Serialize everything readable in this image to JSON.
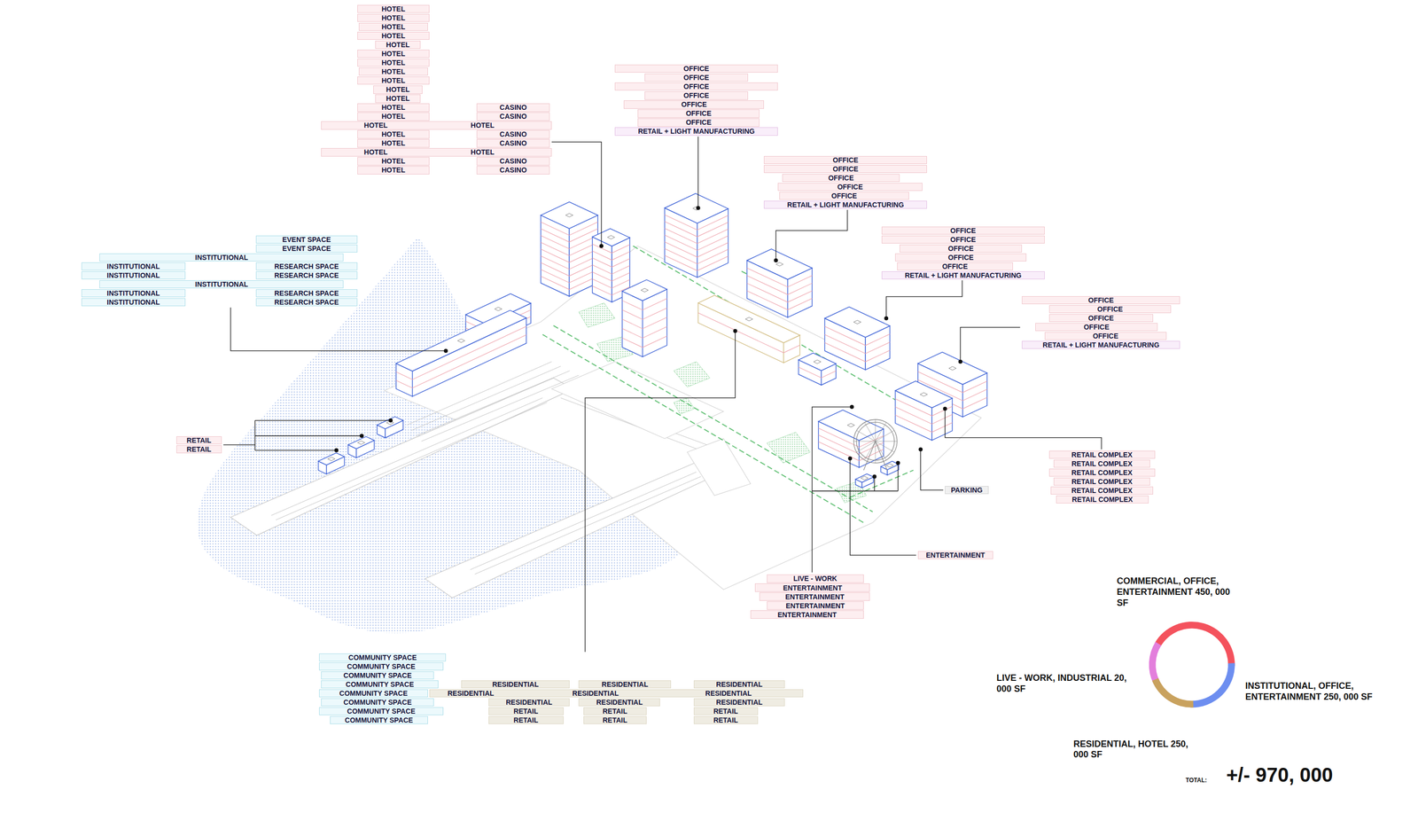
{
  "diagram": {
    "nodes": [
      {
        "text": [
          "HOTEL"
        ]
      },
      {
        "text": [
          "HOTEL"
        ]
      },
      {
        "text": [
          "HOTEL"
        ]
      },
      {
        "text": [
          "HOTEL"
        ]
      },
      {
        "text": [
          "HOTEL"
        ]
      },
      {
        "text": [
          "HOTEL"
        ]
      },
      {
        "text": [
          "HOTEL"
        ]
      },
      {
        "text": [
          "HOTEL"
        ]
      },
      {
        "text": [
          "HOTEL"
        ]
      },
      {
        "text": [
          "HOTEL"
        ]
      },
      {
        "text": [
          "HOTEL"
        ]
      },
      {
        "text": [
          "HOTEL"
        ]
      },
      {
        "text": [
          "CASINO"
        ]
      },
      {
        "text": [
          "HOTEL"
        ]
      },
      {
        "text": [
          "CASINO"
        ]
      },
      {
        "text": [
          "HOTEL",
          "HOTEL"
        ]
      },
      {
        "text": [
          "HOTEL"
        ]
      },
      {
        "text": [
          "CASINO"
        ]
      },
      {
        "text": [
          "HOTEL"
        ]
      },
      {
        "text": [
          "CASINO"
        ]
      },
      {
        "text": [
          "HOTEL",
          "HOTEL"
        ]
      },
      {
        "text": [
          "HOTEL"
        ]
      },
      {
        "text": [
          "CASINO"
        ]
      },
      {
        "text": [
          "HOTEL"
        ]
      },
      {
        "text": [
          "CASINO"
        ]
      },
      {
        "text": [
          "OFFICE"
        ]
      },
      {
        "text": [
          "OFFICE"
        ]
      },
      {
        "text": [
          "OFFICE"
        ]
      },
      {
        "text": [
          "OFFICE"
        ]
      },
      {
        "text": [
          "OFFICE"
        ]
      },
      {
        "text": [
          "OFFICE"
        ]
      },
      {
        "text": [
          "OFFICE"
        ]
      },
      {
        "text": [
          "RETAIL + LIGHT MANUFACTURING"
        ]
      },
      {
        "text": [
          "OFFICE"
        ]
      },
      {
        "text": [
          "OFFICE"
        ]
      },
      {
        "text": [
          "OFFICE"
        ]
      },
      {
        "text": [
          "OFFICE"
        ]
      },
      {
        "text": [
          "OFFICE"
        ]
      },
      {
        "text": [
          "RETAIL + LIGHT MANUFACTURING"
        ]
      },
      {
        "text": [
          "EVENT SPACE"
        ]
      },
      {
        "text": [
          "EVENT SPACE"
        ]
      },
      {
        "text": [
          "INSTITUTIONAL"
        ]
      },
      {
        "text": [
          "INSTITUTIONAL"
        ]
      },
      {
        "text": [
          "RESEARCH SPACE"
        ]
      },
      {
        "text": [
          "INSTITUTIONAL"
        ]
      },
      {
        "text": [
          "RESEARCH SPACE"
        ]
      },
      {
        "text": [
          "INSTITUTIONAL"
        ]
      },
      {
        "text": [
          "INSTITUTIONAL"
        ]
      },
      {
        "text": [
          "RESEARCH SPACE"
        ]
      },
      {
        "text": [
          "INSTITUTIONAL"
        ]
      },
      {
        "text": [
          "RESEARCH SPACE"
        ]
      },
      {
        "text": [
          "OFFICE"
        ]
      },
      {
        "text": [
          "OFFICE"
        ]
      },
      {
        "text": [
          "OFFICE"
        ]
      },
      {
        "text": [
          "OFFICE"
        ]
      },
      {
        "text": [
          "OFFICE"
        ]
      },
      {
        "text": [
          "RETAIL + LIGHT MANUFACTURING"
        ]
      },
      {
        "text": [
          "OFFICE"
        ]
      },
      {
        "text": [
          "OFFICE"
        ]
      },
      {
        "text": [
          "OFFICE"
        ]
      },
      {
        "text": [
          "OFFICE"
        ]
      },
      {
        "text": [
          "OFFICE"
        ]
      },
      {
        "text": [
          "RETAIL + LIGHT MANUFACTURING"
        ]
      },
      {
        "text": [
          "RETAIL"
        ]
      },
      {
        "text": [
          "RETAIL"
        ]
      },
      {
        "text": [
          "RETAIL COMPLEX"
        ]
      },
      {
        "text": [
          "RETAIL COMPLEX"
        ]
      },
      {
        "text": [
          "RETAIL COMPLEX"
        ]
      },
      {
        "text": [
          "RETAIL COMPLEX"
        ]
      },
      {
        "text": [
          "RETAIL COMPLEX"
        ]
      },
      {
        "text": [
          "RETAIL COMPLEX"
        ]
      },
      {
        "text": [
          "PARKING"
        ]
      },
      {
        "text": [
          "ENTERTAINMENT"
        ]
      },
      {
        "text": [
          "LIVE - WORK"
        ]
      },
      {
        "text": [
          "ENTERTAINMENT"
        ]
      },
      {
        "text": [
          "ENTERTAINMENT"
        ]
      },
      {
        "text": [
          "ENTERTAINMENT"
        ]
      },
      {
        "text": [
          "ENTERTAINMENT"
        ]
      },
      {
        "text": [
          "COMMUNITY SPACE"
        ]
      },
      {
        "text": [
          "COMMUNITY SPACE"
        ]
      },
      {
        "text": [
          "COMMUNITY SPACE"
        ]
      },
      {
        "text": [
          "COMMUNITY SPACE"
        ]
      },
      {
        "text": [
          "COMMUNITY SPACE"
        ]
      },
      {
        "text": [
          "COMMUNITY SPACE"
        ]
      },
      {
        "text": [
          "COMMUNITY SPACE"
        ]
      },
      {
        "text": [
          "COMMUNITY SPACE"
        ]
      },
      {
        "text": [
          "RESIDENTIAL"
        ]
      },
      {
        "text": [
          "RESIDENTIAL"
        ]
      },
      {
        "text": [
          "RESIDENTIAL"
        ]
      },
      {
        "text": [
          "RESIDENTIAL",
          "RESIDENTIAL",
          "RESIDENTIAL"
        ]
      },
      {
        "text": [
          "RESIDENTIAL"
        ]
      },
      {
        "text": [
          "RESIDENTIAL"
        ]
      },
      {
        "text": [
          "RESIDENTIAL"
        ]
      },
      {
        "text": [
          "RETAIL"
        ]
      },
      {
        "text": [
          "RETAIL"
        ]
      },
      {
        "text": [
          "RETAIL"
        ]
      },
      {
        "text": [
          "RETAIL"
        ]
      },
      {
        "text": [
          "RETAIL"
        ]
      },
      {
        "text": [
          "RETAIL"
        ]
      }
    ],
    "labels": [
      "TOTAL:",
      "+/- 970, 000"
    ],
    "legend": [
      {
        "text": "COMMERCIAL, OFFICE, ENTERTAINMENT 450, 000 SF",
        "color": "#f4525d"
      },
      {
        "text": "LIVE - WORK, INDUSTRIAL 20, 000 SF",
        "color": "#e37fdc"
      },
      {
        "text": "INSTITUTIONAL, OFFICE, ENTERTAINMENT 250, 000 SF",
        "color": "#6d8ef0"
      },
      {
        "text": "RESIDENTIAL, HOTEL 250, 000 SF",
        "color": "#c9a25e"
      }
    ]
  }
}
